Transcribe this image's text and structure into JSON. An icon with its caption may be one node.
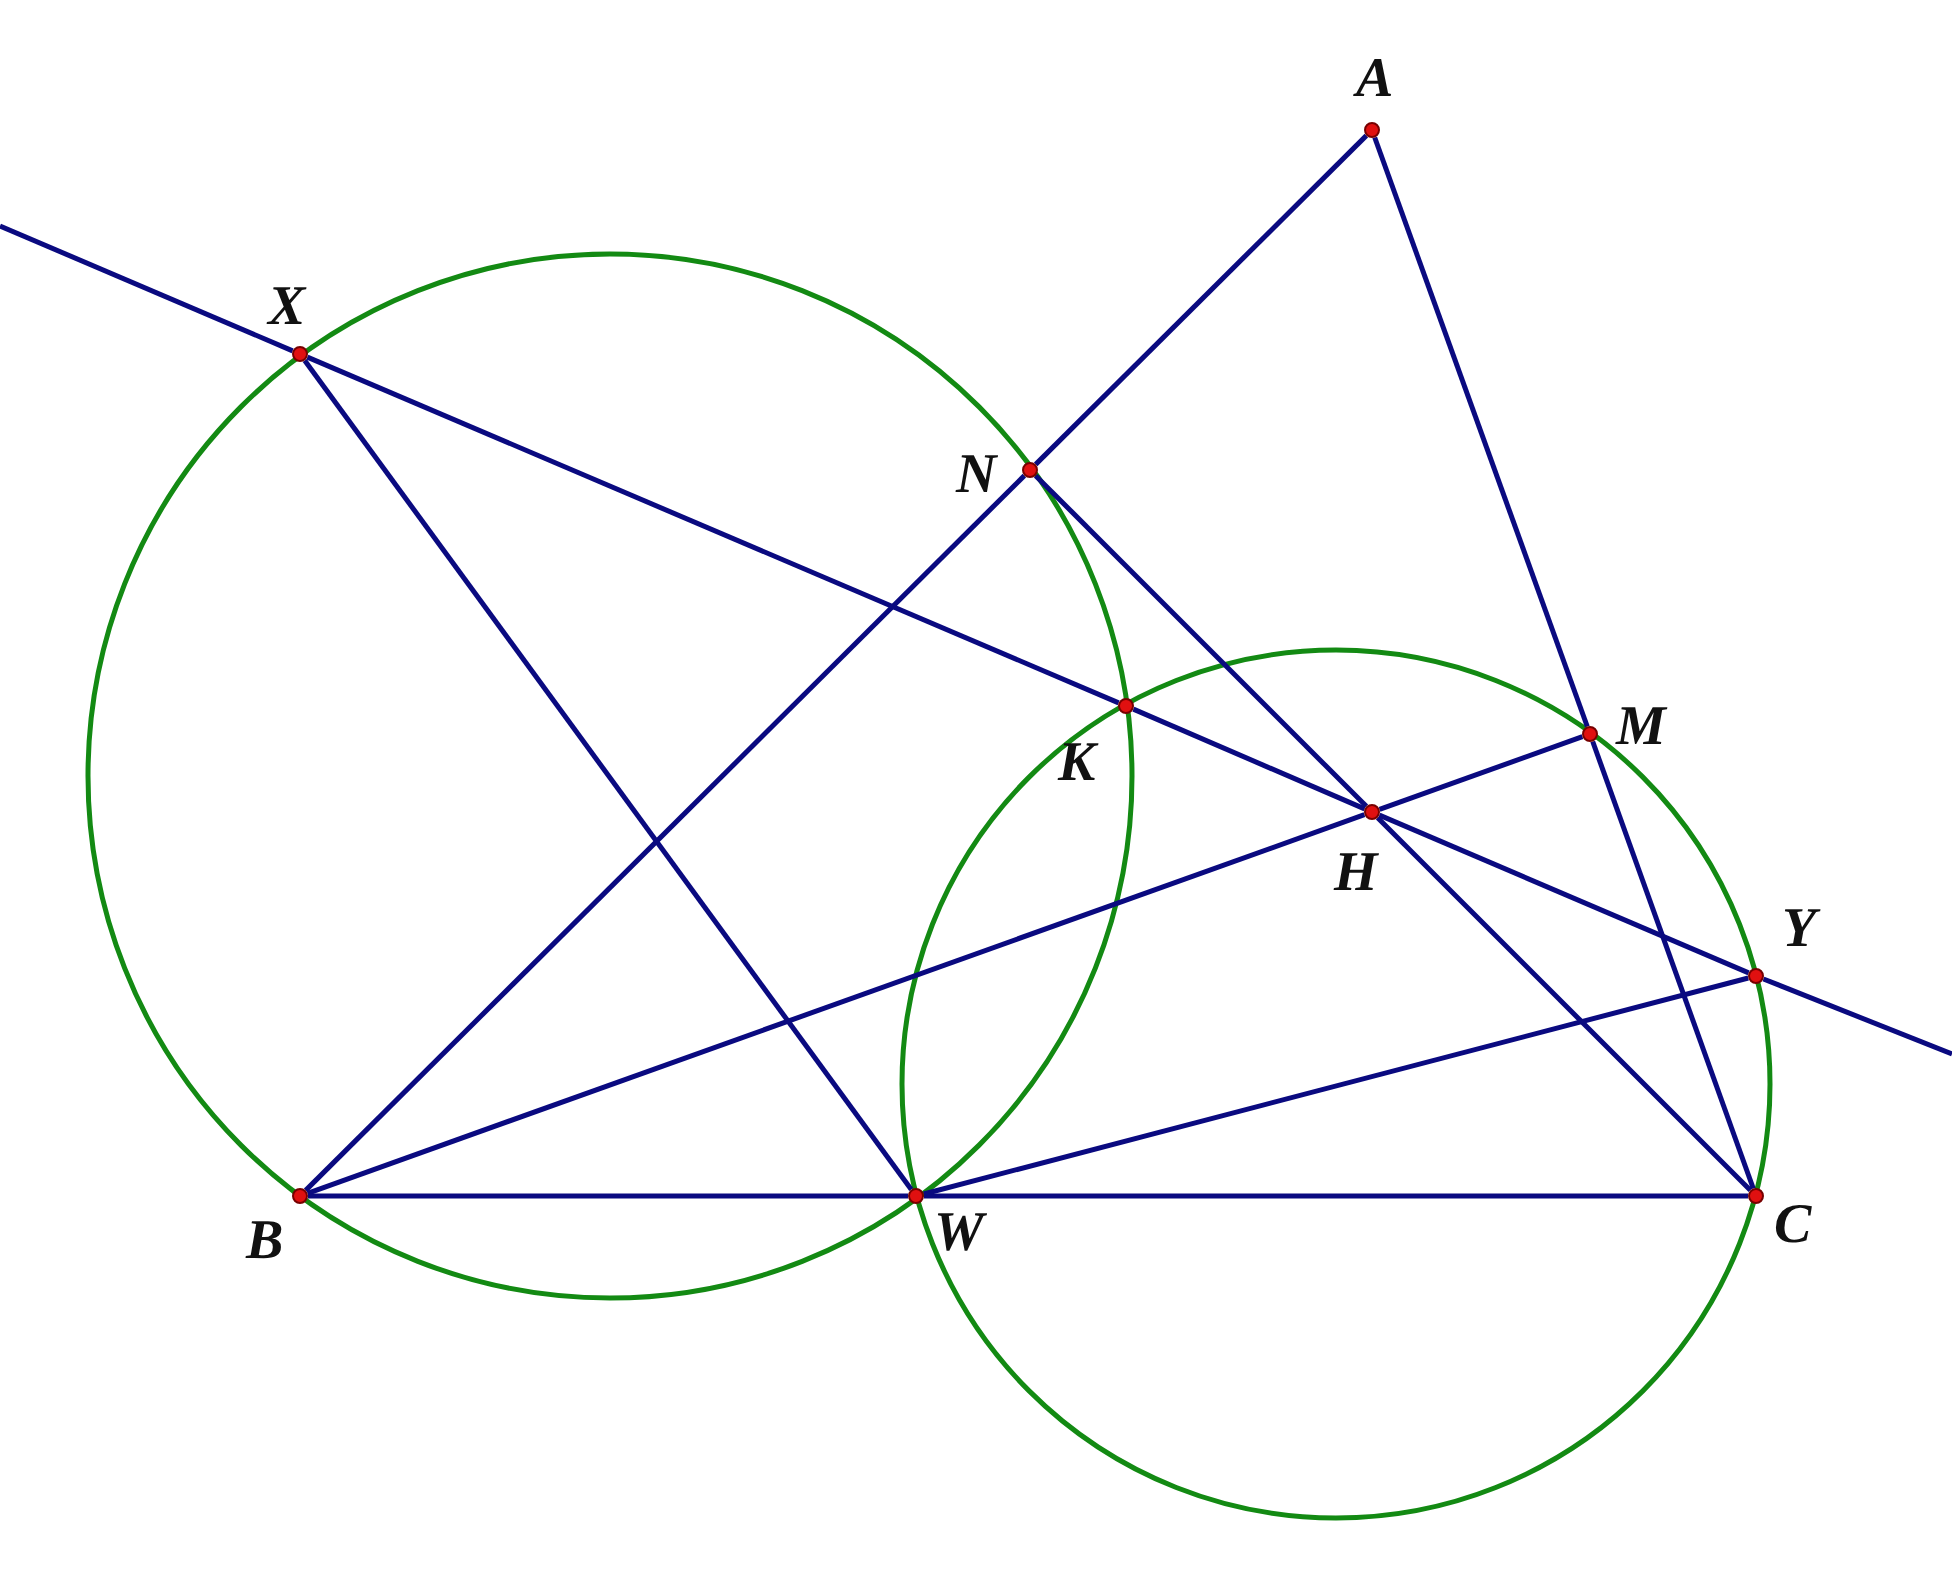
{
  "diagram": {
    "nodes": [
      {
        "text": [
          "A"
        ]
      },
      {
        "text": [
          "X"
        ]
      },
      {
        "text": [
          "N"
        ]
      },
      {
        "text": [
          "K"
        ]
      },
      {
        "text": [
          "M"
        ]
      },
      {
        "text": [
          "H"
        ]
      },
      {
        "text": [
          "Y"
        ]
      },
      {
        "text": [
          "B"
        ]
      },
      {
        "text": [
          "W"
        ]
      },
      {
        "text": [
          "C"
        ]
      }
    ],
    "edges": [
      {
        "from": 0,
        "to": 2,
        "arrow": "none"
      },
      {
        "from": 2,
        "to": 7,
        "arrow": "none"
      },
      {
        "from": 0,
        "to": 4,
        "arrow": "none"
      },
      {
        "from": 4,
        "to": 9,
        "arrow": "none"
      },
      {
        "from": 7,
        "to": 8,
        "arrow": "none"
      },
      {
        "from": 8,
        "to": 9,
        "arrow": "none"
      },
      {
        "from": null,
        "to": 1,
        "arrow": "none"
      },
      {
        "from": 1,
        "to": 3,
        "arrow": "none"
      },
      {
        "from": 3,
        "to": 5,
        "arrow": "none"
      },
      {
        "from": 5,
        "to": 6,
        "arrow": "none"
      },
      {
        "from": 6,
        "to": null,
        "arrow": "none"
      },
      {
        "from": 1,
        "to": 8,
        "arrow": "none"
      },
      {
        "from": 2,
        "to": 5,
        "arrow": "none"
      },
      {
        "from": 5,
        "to": 9,
        "arrow": "none"
      },
      {
        "from": 7,
        "to": 5,
        "arrow": "none"
      },
      {
        "from": 5,
        "to": 4,
        "arrow": "none"
      },
      {
        "from": 8,
        "to": 6,
        "arrow": "none"
      }
    ]
  }
}
